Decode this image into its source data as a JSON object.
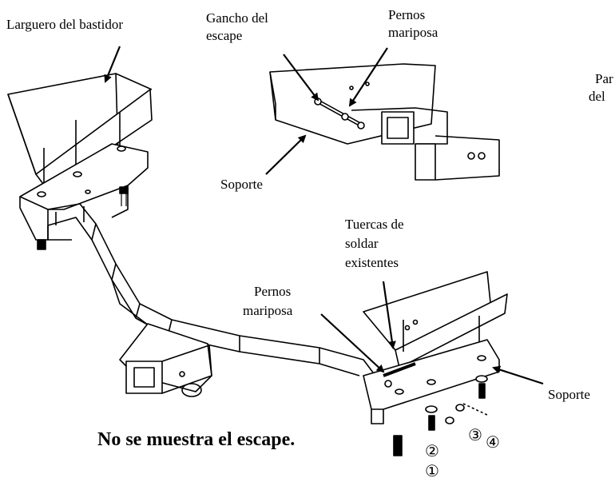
{
  "labels": {
    "frame_rail": "Larguero del bastidor",
    "exhaust_hanger_1": "Gancho del",
    "exhaust_hanger_2": "escape",
    "carriage_bolts_top_1": "Pernos",
    "carriage_bolts_top_2": "mariposa",
    "bracket_top": "Soporte",
    "partial_right_1": "Par",
    "partial_right_2": "del",
    "weld_nuts_1": "Tuercas de",
    "weld_nuts_2": "soldar",
    "weld_nuts_3": "existentes",
    "carriage_bolts_mid_1": "Pernos",
    "carriage_bolts_mid_2": "mariposa",
    "bracket_right": "Soporte"
  },
  "note": "No se muestra el escape.",
  "part_numbers": {
    "n1": "①",
    "n2": "②",
    "n3": "③",
    "n4": "④"
  }
}
